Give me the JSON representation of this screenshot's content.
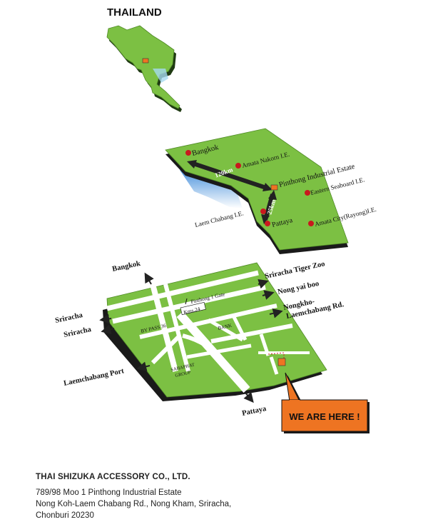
{
  "country_title": "THAILAND",
  "region_map": {
    "places": {
      "bangkok": "Bangkok",
      "amata_nakorn": "Amata Nakorn I.E.",
      "pinthong": "Pinthong Industrial Estate",
      "eastern_seaboard": "Eastern Seaboard I.E.",
      "laem_chabang": "Laem Chabang I.E.",
      "pattaya": "Pattaya",
      "amata_city": "Amata City(Rayong)I.E."
    },
    "distances": {
      "bangkok_to_pinthong": "120km",
      "pinthong_to_pattaya": "25km"
    }
  },
  "local_map": {
    "directions": {
      "bangkok": "Bangkok",
      "sriracha_tiger_zoo": "Sriracha Tiger Zoo",
      "nong_yai_boo": "Nong yai boo",
      "nongkho_line1": "Nongkho-",
      "nongkho_line2": "Laemchabang Rd.",
      "sriracha_1": "Sriracha",
      "sriracha_2": "Sriracha",
      "laemchabang_port": "Laemchabang Port",
      "pattaya": "Pattaya"
    },
    "labels": {
      "pinthong_gate": "Pinthong 1 Gate",
      "km24": "Kms.24",
      "bypass": "BY PASS 36",
      "bank": "BANK",
      "group_line1": "SAHAPHAT",
      "group_line2": "GROUP"
    },
    "callout": "WE ARE HERE !"
  },
  "company": {
    "name": "THAI SHIZUKA ACCESSORY CO., LTD.",
    "address_1": "789/98 Moo 1 Pinthong Industrial Estate",
    "address_2": "Nong Koh-Laem Chabang Rd., Nong Kham, Sriracha,",
    "address_3": "Chonburi 20230"
  },
  "colors": {
    "land": "#7cc043",
    "land_side": "#2a2a2a",
    "road": "#ffffff",
    "marker": "#c8191e",
    "callout": "#ee7422",
    "water": "#3a8fd8"
  }
}
